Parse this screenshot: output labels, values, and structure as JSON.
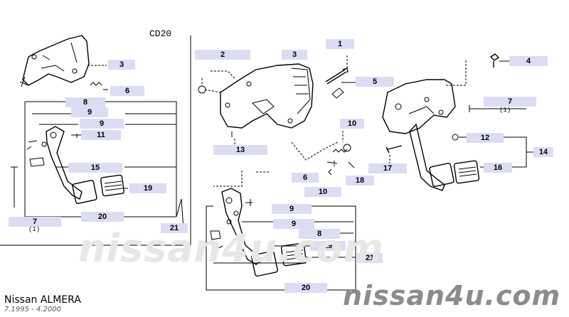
{
  "diagram": {
    "engine_label": "CD20",
    "model_label": "Nissan  ALMERA",
    "date_range": "7.1995  -  4.2000",
    "watermark_center": "nissan4u.com",
    "watermark_corner": "nissan4u.com",
    "callouts": [
      {
        "id": "l-3-top",
        "text": "3"
      },
      {
        "id": "l-6-top",
        "text": "6"
      },
      {
        "id": "l-8-left",
        "text": "8"
      },
      {
        "id": "l-9-left-a",
        "text": "9"
      },
      {
        "id": "l-9-left-b",
        "text": "9"
      },
      {
        "id": "l-11",
        "text": "11"
      },
      {
        "id": "l-15",
        "text": "15"
      },
      {
        "id": "l-19-left",
        "text": "19"
      },
      {
        "id": "l-20-left",
        "text": "20"
      },
      {
        "id": "l-7-left",
        "text": "7"
      },
      {
        "id": "l-21-left",
        "text": "21"
      },
      {
        "id": "l-2",
        "text": "2"
      },
      {
        "id": "l-3-mid",
        "text": "3"
      },
      {
        "id": "l-1",
        "text": "1"
      },
      {
        "id": "l-5",
        "text": "5"
      },
      {
        "id": "l-13",
        "text": "13"
      },
      {
        "id": "l-10-a",
        "text": "10"
      },
      {
        "id": "l-6-mid",
        "text": "6"
      },
      {
        "id": "l-10-b",
        "text": "10"
      },
      {
        "id": "l-18",
        "text": "18"
      },
      {
        "id": "l-17",
        "text": "17"
      },
      {
        "id": "l-4",
        "text": "4"
      },
      {
        "id": "l-7-right",
        "text": "7"
      },
      {
        "id": "l-12",
        "text": "12"
      },
      {
        "id": "l-14",
        "text": "14"
      },
      {
        "id": "l-16",
        "text": "16"
      },
      {
        "id": "l-9-bot-a",
        "text": "9"
      },
      {
        "id": "l-9-bot-b",
        "text": "9"
      },
      {
        "id": "l-8-bot",
        "text": "8"
      },
      {
        "id": "l-19-bot",
        "text": "19"
      },
      {
        "id": "l-21-bot",
        "text": "21"
      },
      {
        "id": "l-20-bot",
        "text": "20"
      }
    ],
    "note_left": "(1)",
    "note_right": "(1)"
  }
}
